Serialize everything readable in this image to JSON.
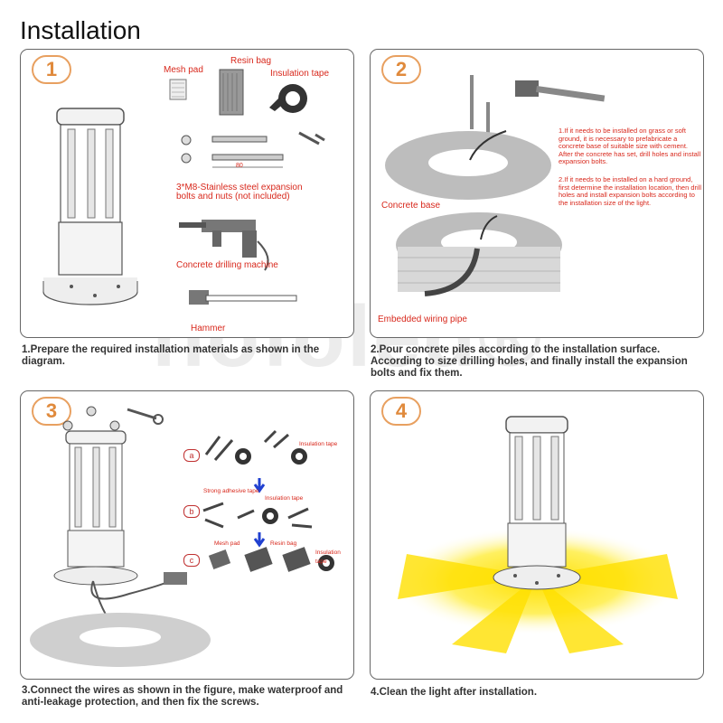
{
  "title": "Installation",
  "watermark": "hofoled®",
  "steps": [
    {
      "number": "1",
      "caption": "1.Prepare the required installation materials as shown in the diagram."
    },
    {
      "number": "2",
      "caption": "2.Pour concrete piles according to the installation surface. According to size drilling holes, and finally install the expansion bolts and fix them."
    },
    {
      "number": "3",
      "caption": "3.Connect the wires as shown in the figure, make waterproof and anti-leakage protection, and then fix the screws."
    },
    {
      "number": "4",
      "caption": "4.Clean the light after installation."
    }
  ],
  "panel1": {
    "mesh_pad": "Mesh pad",
    "resin_bag": "Resin bag",
    "insulation_tape": "Insulation tape",
    "bolts_line1": "3*M8-Stainless steel expansion",
    "bolts_line2": "bolts and nuts (not included)",
    "dim_label": "80",
    "drill": "Concrete drilling machine",
    "hammer": "Hammer"
  },
  "panel2": {
    "note1": "1.If it needs to be installed on grass or soft ground, it is necessary to prefabricate a concrete base of suitable size with cement. After the concrete has set, drill holes and install expansion bolts.",
    "note2": "2.If it needs to be installed on a hard ground, first determine the installation location, then drill holes and install expansion bolts according to the installation size of the light.",
    "concrete_base": "Concrete base",
    "wiring_pipe": "Embedded wiring pipe"
  },
  "panel3": {
    "step_a": "a",
    "step_b": "b",
    "step_c": "c",
    "tape_a": "Insulation tape",
    "strong_adhesive": "Strong adhesive tape",
    "tape_b": "Insulation tape",
    "mesh_pad": "Mesh pad",
    "resin_bag": "Resin bag",
    "tape_c": "Insulation tape"
  },
  "colors": {
    "badge": "#e08a3c",
    "label_red": "#d8281c",
    "glow": "#ffe000",
    "arrow_blue": "#2040d0"
  }
}
